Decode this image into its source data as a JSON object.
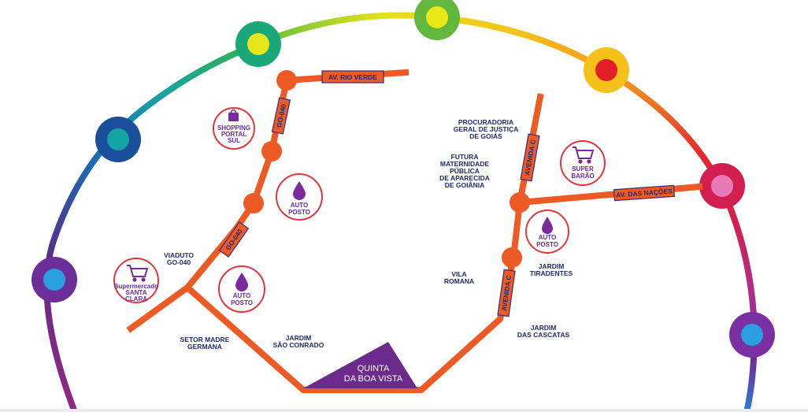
{
  "colors": {
    "road": "#ee5a24",
    "road_dark": "#c94315",
    "label_text": "#1f2a6b",
    "poi_ring": "#e0353b",
    "poi_icon": "#7a2a9c",
    "quinta_fill": "#6b2a8c"
  },
  "roads": {
    "av_rio_verde": "AV. RIO VERDE",
    "go040_top": "GO-040",
    "go040_bottom": "GO-040",
    "avenida_c_top": "AVENIDA C",
    "avenida_c_bottom": "AVENIDA C",
    "av_das_nacoes": "AV. DAS NAÇÕES"
  },
  "places": {
    "procuradoria": [
      "PROCURADORIA",
      "GERAL DE JUSTIÇA",
      "DE GOIÁS"
    ],
    "futura": [
      "FUTURA",
      "MATERNIDADE",
      "PÚBLICA",
      "DE APARECIDA",
      "DE GOIÂNIA"
    ],
    "vila_romana": [
      "VILA",
      "ROMANA"
    ],
    "jardim_tiradentes": [
      "JARDIM",
      "TIRADENTES"
    ],
    "jardim_cascatas": [
      "JARDIM",
      "DAS CASCATAS"
    ],
    "viaduto": [
      "VIADUTO",
      "GO-040"
    ],
    "setor_madre": [
      "SETOR MADRE",
      "GERMANA"
    ],
    "jardim_conrado": [
      "JARDIM",
      "SÃO CONRADO"
    ],
    "quinta": [
      "QUINTA",
      "DA BOA VISTA"
    ]
  },
  "pois": {
    "shopping": {
      "lines": [
        "SHOPPING",
        "PORTAL",
        "SUL"
      ],
      "icon": "shopping-bag-icon"
    },
    "auto_posto_1": {
      "lines": [
        "AUTO",
        "POSTO"
      ],
      "icon": "fuel-drop-icon"
    },
    "auto_posto_2": {
      "lines": [
        "AUTO",
        "POSTO"
      ],
      "icon": "fuel-drop-icon"
    },
    "auto_posto_3": {
      "lines": [
        "AUTO",
        "POSTO"
      ],
      "icon": "fuel-drop-icon"
    },
    "super_barao": {
      "lines": [
        "SUPER",
        "BARÃO"
      ],
      "icon": "shopping-cart-icon"
    },
    "santa_clara": {
      "lines": [
        "Supermercado",
        "SANTA",
        "CLARA"
      ],
      "icon": "shopping-cart-icon"
    }
  }
}
